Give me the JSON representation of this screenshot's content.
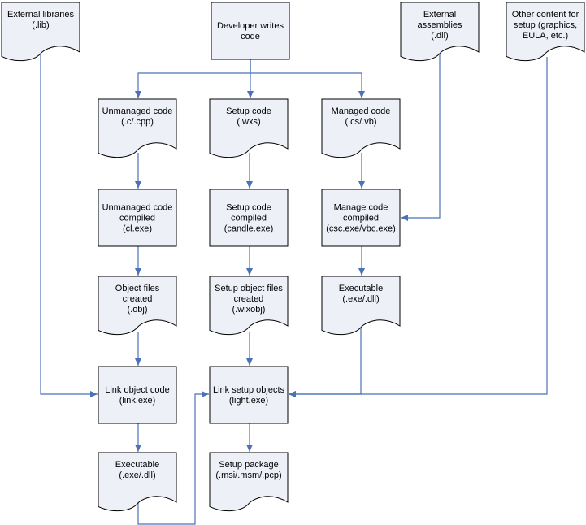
{
  "colors": {
    "node_fill": "#eef0f7",
    "node_stroke": "#000000",
    "edge": "#4a72b8",
    "text": "#000000"
  },
  "nodes": [
    {
      "id": "ext-libs",
      "shape": "document",
      "lines": [
        "External libraries",
        "(.lib)"
      ]
    },
    {
      "id": "dev-writes",
      "shape": "process",
      "lines": [
        "Developer writes",
        "code"
      ]
    },
    {
      "id": "ext-asm",
      "shape": "document",
      "lines": [
        "External",
        "assemblies",
        "(.dll)"
      ]
    },
    {
      "id": "other-content",
      "shape": "document",
      "lines": [
        "Other content for",
        "setup (graphics,",
        "EULA, etc.)"
      ]
    },
    {
      "id": "unmanaged-code",
      "shape": "document",
      "lines": [
        "Unmanaged code",
        "(.c/.cpp)"
      ]
    },
    {
      "id": "setup-code",
      "shape": "document",
      "lines": [
        "Setup code",
        "(.wxs)"
      ]
    },
    {
      "id": "managed-code",
      "shape": "document",
      "lines": [
        "Managed code",
        "(.cs/.vb)"
      ]
    },
    {
      "id": "unmanaged-compiled",
      "shape": "process",
      "lines": [
        "Unmanaged code",
        "compiled",
        "(cl.exe)"
      ]
    },
    {
      "id": "setup-compiled",
      "shape": "process",
      "lines": [
        "Setup code",
        "compiled",
        "(candle.exe)"
      ]
    },
    {
      "id": "managed-compiled",
      "shape": "process",
      "lines": [
        "Manage code",
        "compiled",
        "(csc.exe/vbc.exe)"
      ]
    },
    {
      "id": "object-files",
      "shape": "document",
      "lines": [
        "Object files",
        "created",
        "(.obj)"
      ]
    },
    {
      "id": "setup-objects",
      "shape": "document",
      "lines": [
        "Setup object files",
        "created",
        "(.wixobj)"
      ]
    },
    {
      "id": "managed-executable",
      "shape": "document",
      "lines": [
        "Executable",
        "(.exe/.dll)"
      ]
    },
    {
      "id": "link-object",
      "shape": "process",
      "lines": [
        "Link object code",
        "(link.exe)"
      ]
    },
    {
      "id": "link-setup",
      "shape": "process",
      "lines": [
        "Link setup objects",
        "(light.exe)"
      ]
    },
    {
      "id": "unmanaged-executable",
      "shape": "document",
      "lines": [
        "Executable",
        "(.exe/.dll)"
      ]
    },
    {
      "id": "setup-package",
      "shape": "document",
      "lines": [
        "Setup package",
        "(.msi/.msm/.pcp)"
      ]
    }
  ],
  "edges": [
    {
      "from": "dev-writes",
      "to": "unmanaged-code"
    },
    {
      "from": "dev-writes",
      "to": "setup-code"
    },
    {
      "from": "dev-writes",
      "to": "managed-code"
    },
    {
      "from": "unmanaged-code",
      "to": "unmanaged-compiled"
    },
    {
      "from": "setup-code",
      "to": "setup-compiled"
    },
    {
      "from": "managed-code",
      "to": "managed-compiled"
    },
    {
      "from": "ext-asm",
      "to": "managed-compiled"
    },
    {
      "from": "unmanaged-compiled",
      "to": "object-files"
    },
    {
      "from": "setup-compiled",
      "to": "setup-objects"
    },
    {
      "from": "managed-compiled",
      "to": "managed-executable"
    },
    {
      "from": "object-files",
      "to": "link-object"
    },
    {
      "from": "ext-libs",
      "to": "link-object"
    },
    {
      "from": "setup-objects",
      "to": "link-setup"
    },
    {
      "from": "managed-executable",
      "to": "link-setup"
    },
    {
      "from": "other-content",
      "to": "link-setup"
    },
    {
      "from": "link-object",
      "to": "unmanaged-executable"
    },
    {
      "from": "unmanaged-executable",
      "to": "link-setup"
    },
    {
      "from": "link-setup",
      "to": "setup-package"
    }
  ]
}
